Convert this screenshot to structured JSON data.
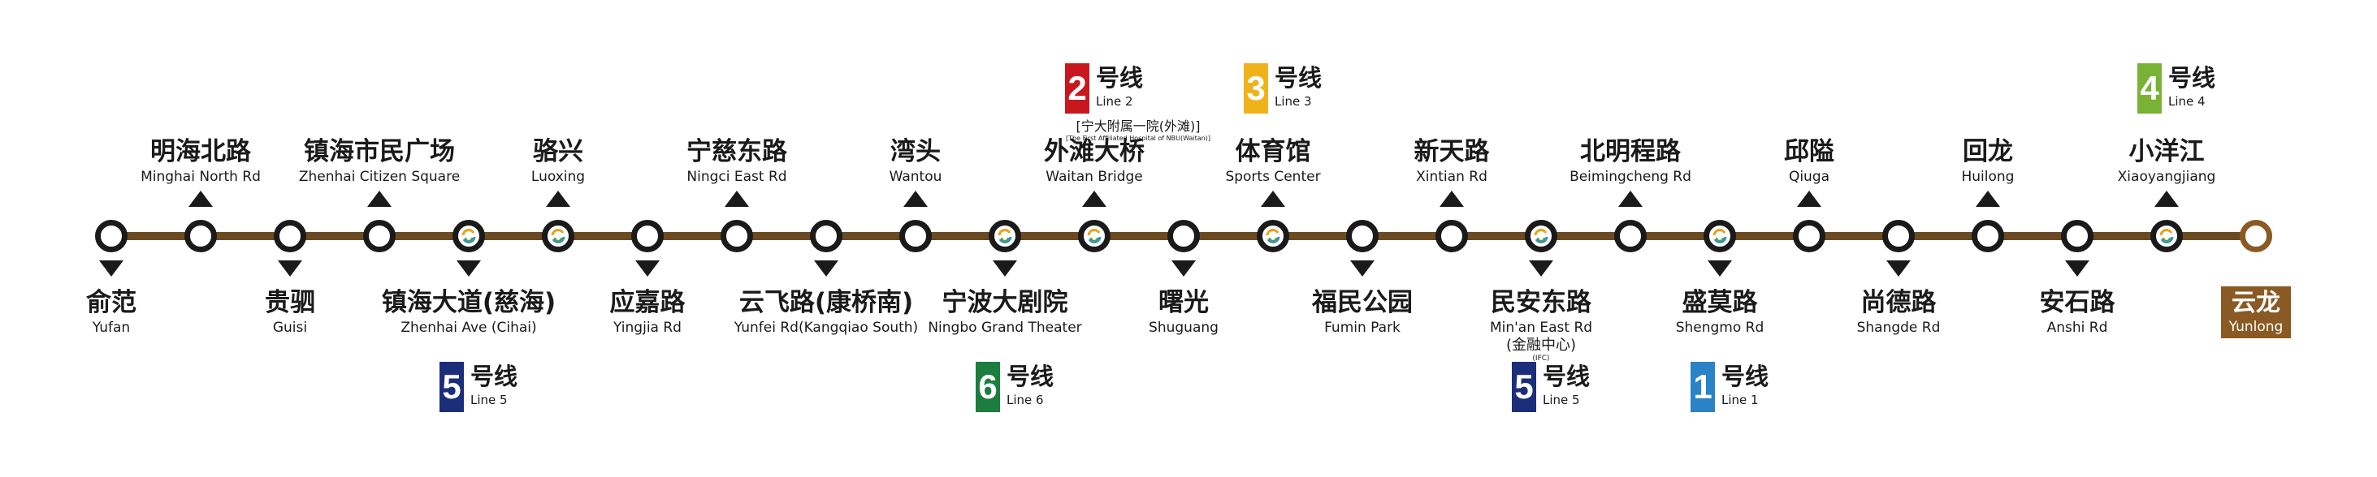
{
  "colors": {
    "track": "#6b4a22",
    "node_outline": "#1a1a1a",
    "terminal": "#8a5a24",
    "line1": "#2a83c6",
    "line2": "#c8181e",
    "line3": "#f0b21b",
    "line4": "#78b335",
    "line5": "#1c2d7a",
    "line6": "#1b7d3e"
  },
  "stations": [
    {
      "zh": "俞范",
      "en": "Yufan",
      "pos": "down"
    },
    {
      "zh": "明海北路",
      "en": "Minghai North Rd",
      "pos": "up"
    },
    {
      "zh": "贵驷",
      "en": "Guisi",
      "pos": "down"
    },
    {
      "zh": "镇海市民广场",
      "en": "Zhenhai Citizen Square",
      "pos": "up"
    },
    {
      "zh": "镇海大道(慈海)",
      "en": "Zhenhai Ave (Cihai)",
      "pos": "down",
      "transfer": true
    },
    {
      "zh": "骆兴",
      "en": "Luoxing",
      "pos": "up",
      "transfer": true
    },
    {
      "zh": "应嘉路",
      "en": "Yingjia Rd",
      "pos": "down"
    },
    {
      "zh": "宁慈东路",
      "en": "Ningci East Rd",
      "pos": "up"
    },
    {
      "zh": "云飞路(康桥南)",
      "en": "Yunfei Rd(Kangqiao South)",
      "pos": "down"
    },
    {
      "zh": "湾头",
      "en": "Wantou",
      "pos": "up"
    },
    {
      "zh": "宁波大剧院",
      "en": "Ningbo Grand Theater",
      "pos": "down",
      "transfer": true
    },
    {
      "zh": "外滩大桥",
      "en": "Waitan Bridge",
      "pos": "up",
      "transfer": true
    },
    {
      "zh": "曙光",
      "en": "Shuguang",
      "pos": "down"
    },
    {
      "zh": "体育馆",
      "en": "Sports Center",
      "pos": "up",
      "transfer": true
    },
    {
      "zh": "福民公园",
      "en": "Fumin Park",
      "pos": "down"
    },
    {
      "zh": "新天路",
      "en": "Xintian Rd",
      "pos": "up"
    },
    {
      "zh": "民安东路",
      "en": "Min'an East Rd",
      "pos": "down",
      "transfer": true,
      "extra_zh": "(金融中心)",
      "extra_en": "(IFC)"
    },
    {
      "zh": "北明程路",
      "en": "Beimingcheng Rd",
      "pos": "up"
    },
    {
      "zh": "盛莫路",
      "en": "Shengmo Rd",
      "pos": "down",
      "transfer": true
    },
    {
      "zh": "邱隘",
      "en": "Qiuga",
      "pos": "up"
    },
    {
      "zh": "尚德路",
      "en": "Shangde Rd",
      "pos": "down"
    },
    {
      "zh": "回龙",
      "en": "Huilong",
      "pos": "up"
    },
    {
      "zh": "安石路",
      "en": "Anshi Rd",
      "pos": "down"
    },
    {
      "zh": "小洋江",
      "en": "Xiaoyangjiang",
      "pos": "up",
      "transfer": true
    },
    {
      "zh": "云龙",
      "en": "Yunlong",
      "pos": "down",
      "terminal": true
    }
  ],
  "transfer_badges": [
    {
      "station_index": 4,
      "num": "5",
      "zh": "号线",
      "en": "Line 5",
      "color": "#1c2d7a",
      "pos": "down"
    },
    {
      "station_index": 10,
      "num": "6",
      "zh": "号线",
      "en": "Line 6",
      "color": "#1b7d3e",
      "pos": "down"
    },
    {
      "station_index": 11,
      "num": "2",
      "zh": "号线",
      "en": "Line 2",
      "color": "#c8181e",
      "pos": "up",
      "sub_zh": "[宁大附属一院(外滩)]",
      "sub_en": "[The First Affiliated Hospital of NBU(Waitan)]"
    },
    {
      "station_index": 13,
      "num": "3",
      "zh": "号线",
      "en": "Line 3",
      "color": "#f0b21b",
      "pos": "up"
    },
    {
      "station_index": 16,
      "num": "5",
      "zh": "号线",
      "en": "Line 5",
      "color": "#1c2d7a",
      "pos": "down"
    },
    {
      "station_index": 18,
      "num": "1",
      "zh": "号线",
      "en": "Line 1",
      "color": "#2a83c6",
      "pos": "down"
    },
    {
      "station_index": 23,
      "num": "4",
      "zh": "号线",
      "en": "Line 4",
      "color": "#78b335",
      "pos": "up"
    }
  ]
}
